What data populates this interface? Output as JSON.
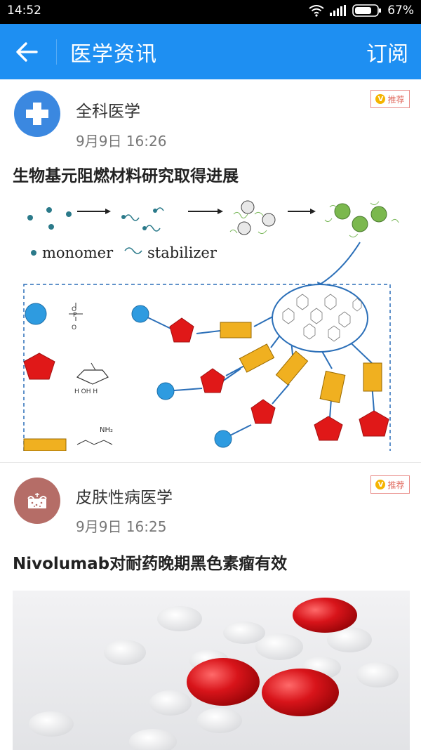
{
  "status_bar": {
    "time": "14:52",
    "battery": "67%",
    "icons": [
      "wifi-icon",
      "signal-icon",
      "battery-icon"
    ]
  },
  "app_bar": {
    "title": "医学资讯",
    "subscribe_label": "订阅",
    "background_color": "#1e8ff2"
  },
  "feed": [
    {
      "source": "全科医学",
      "time": "9月9日 16:26",
      "badge": "推荐",
      "headline": "生物基元阻燃材料研究取得进展",
      "avatar_icon": "plus-icon",
      "figure_labels": {
        "monomer": "monomer",
        "stabilizer": "stabilizer",
        "nh2": "NH₂"
      }
    },
    {
      "source": "皮肤性病医学",
      "time": "9月9日 16:25",
      "badge": "推荐",
      "headline": "Nivolumab对耐药晚期黑色素瘤有效",
      "avatar_icon": "skin-icon"
    }
  ]
}
